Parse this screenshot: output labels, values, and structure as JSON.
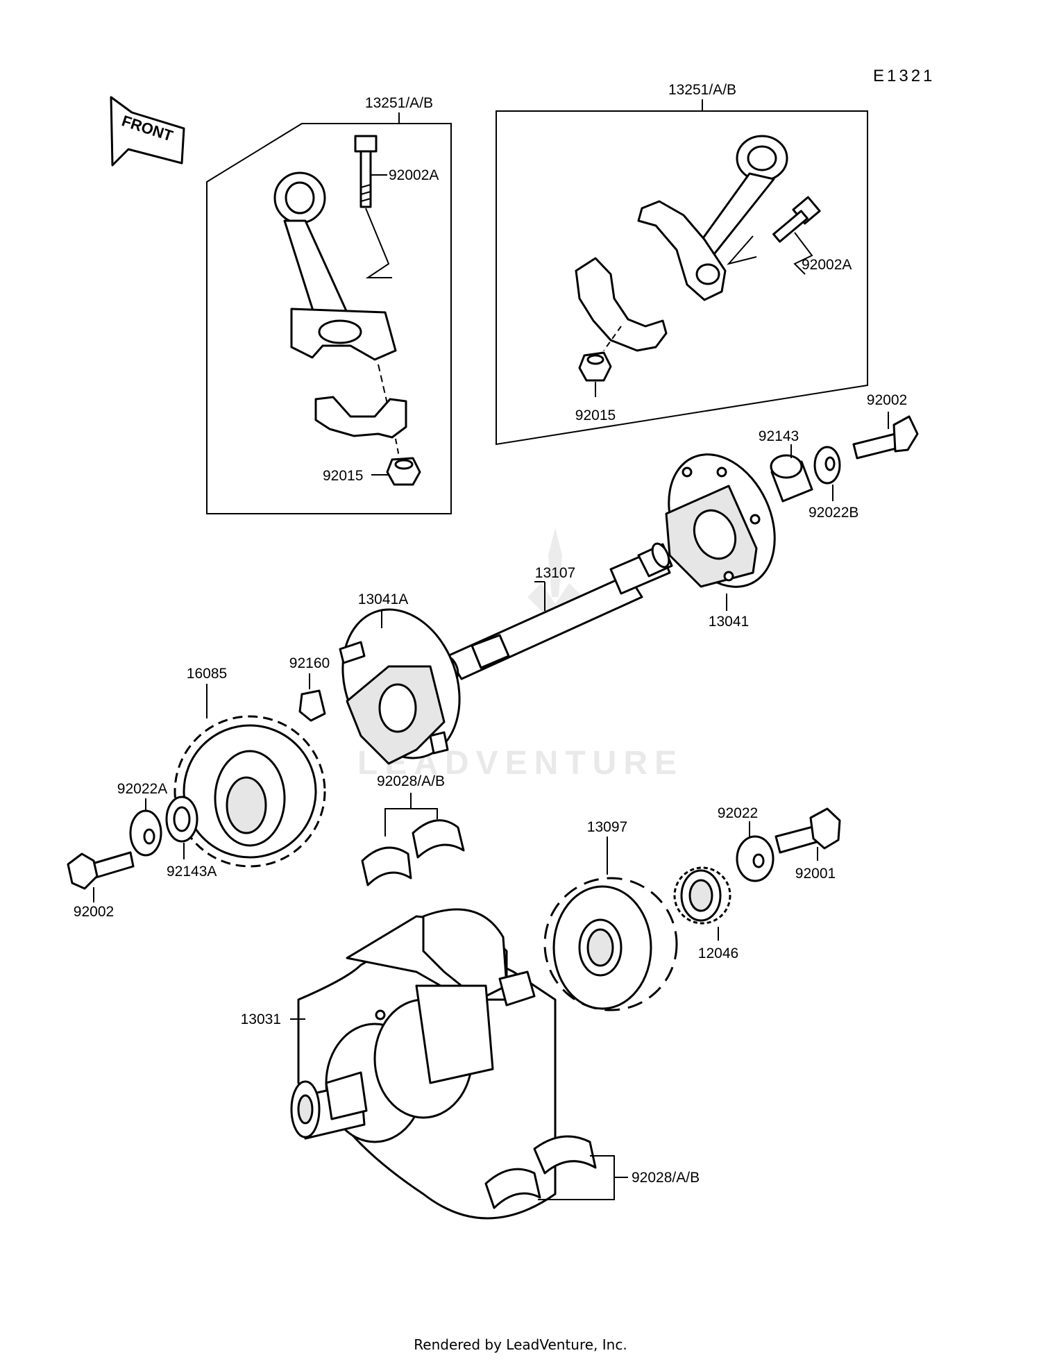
{
  "diagram_code": "E1321",
  "front_label": "FRONT",
  "watermark": "LEADVENTURE",
  "footer": "Rendered by LeadVenture, Inc.",
  "labels": {
    "l13251_left": "13251/A/B",
    "l13251_right": "13251/A/B",
    "l92002A_left": "92002A",
    "l92002A_right": "92002A",
    "l92015_left": "92015",
    "l92015_right": "92015",
    "l92002_top": "92002",
    "l92143": "92143",
    "l92022B": "92022B",
    "l13107": "13107",
    "l13041": "13041",
    "l13041A": "13041A",
    "l16085": "16085",
    "l92160": "92160",
    "l92022A": "92022A",
    "l92143A": "92143A",
    "l92002_left": "92002",
    "l92028_top": "92028/A/B",
    "l13097": "13097",
    "l92022": "92022",
    "l92001": "92001",
    "l12046": "12046",
    "l13031": "13031",
    "l92028_bottom": "92028/A/B"
  }
}
